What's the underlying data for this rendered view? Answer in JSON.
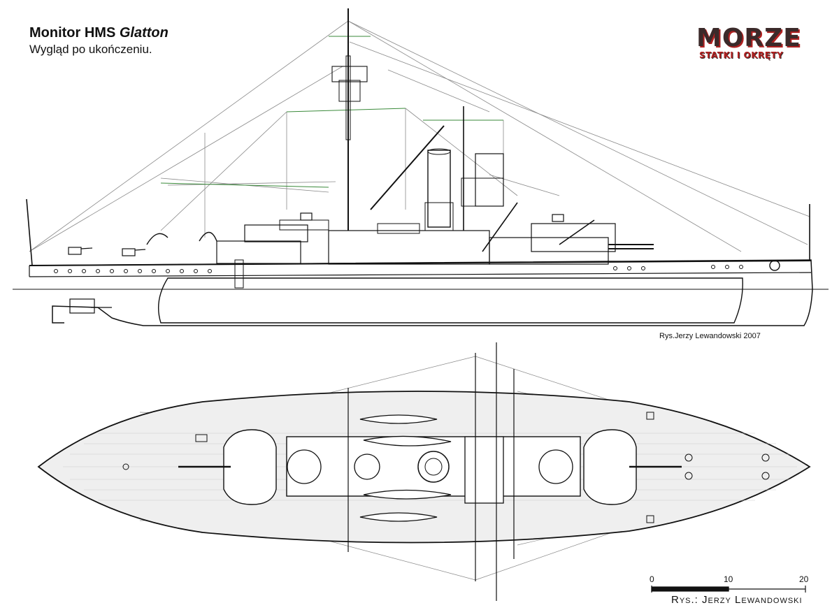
{
  "title": {
    "prefix": "Monitor HMS ",
    "ship": "Glatton"
  },
  "subtitle": "Wygląd po ukończeniu.",
  "logo": {
    "main": "MORZE",
    "sub": "STATKI I OKRĘTY"
  },
  "credit_top": "Rys.Jerzy Lewandowski 2007",
  "credit_bottom": "Rys.: Jerzy Lewandowski",
  "scale": {
    "labels": [
      "0",
      "10",
      "20"
    ]
  },
  "colors": {
    "line": "#111111",
    "rigging": "#7a7a7a",
    "rigging_green": "#3a8a3a",
    "deck": "#efefef"
  }
}
